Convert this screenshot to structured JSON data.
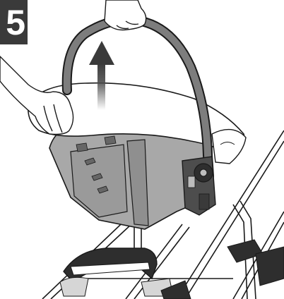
{
  "step": {
    "number": "5"
  },
  "colors": {
    "badge": "#3a3a3a",
    "handle": "#7d7d7d",
    "seat_shell": "#a8a8a8",
    "seat_shadow": "#8f8f8f",
    "arrow": "#4a4a4a",
    "outline": "#1a1a1a"
  },
  "icons": [
    "upward-arrow",
    "hands",
    "car-seat",
    "stroller-frame"
  ]
}
